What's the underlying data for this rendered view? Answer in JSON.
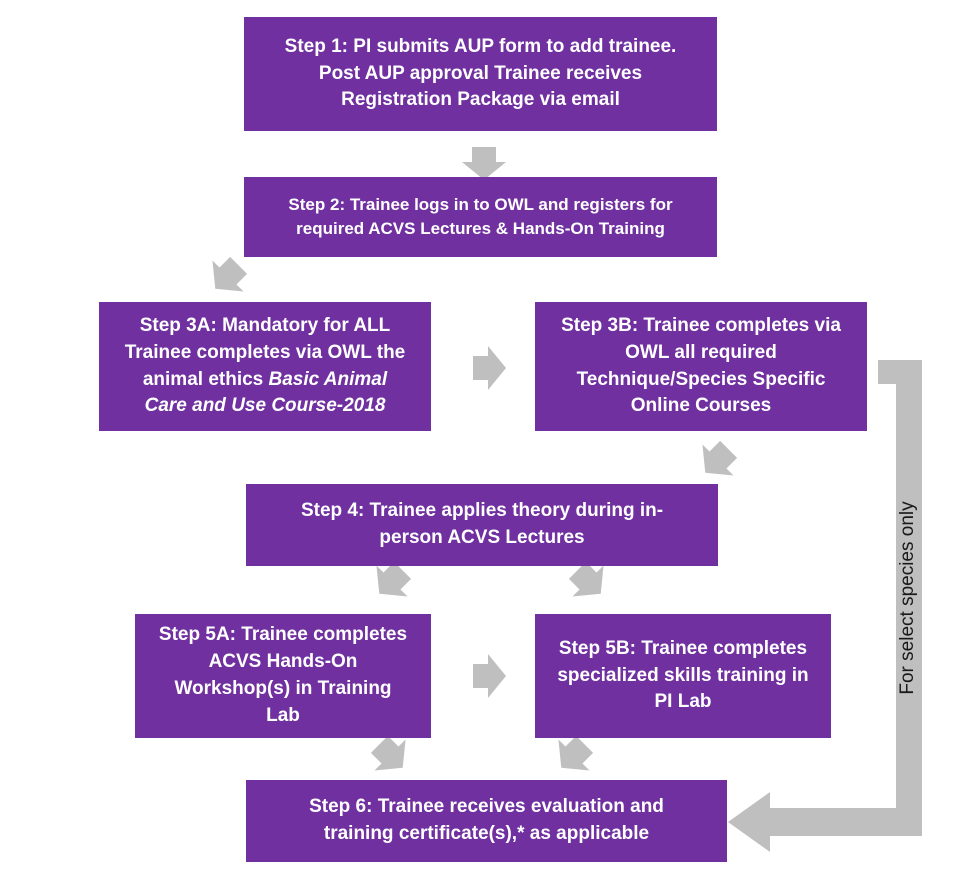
{
  "colors": {
    "box_fill": "#7030a0",
    "box_text": "#ffffff",
    "arrow": "#bfbfbf"
  },
  "steps": {
    "step1": {
      "lines": [
        "Step 1: PI submits AUP form to add trainee.",
        "Post AUP approval Trainee receives",
        "Registration Package via email"
      ]
    },
    "step2": {
      "lines": [
        "Step 2: Trainee logs in to OWL and registers for",
        "required ACVS Lectures & Hands-On Training"
      ]
    },
    "step3a": {
      "line1": "Step 3A: Mandatory for ALL",
      "line2": "Trainee completes via OWL the",
      "line3_plain": "animal ethics ",
      "line3_italic": "Basic Animal",
      "line4_italic": "Care and Use Course-2018"
    },
    "step3b": {
      "lines": [
        "Step 3B: Trainee completes via",
        "OWL all required",
        "Technique/Species Specific",
        "Online Courses"
      ]
    },
    "step4": {
      "lines": [
        "Step 4: Trainee applies theory during in-",
        "person ACVS Lectures"
      ]
    },
    "step5a": {
      "lines": [
        "Step 5A: Trainee completes",
        "ACVS Hands-On",
        "Workshop(s) in Training",
        "Lab"
      ]
    },
    "step5b": {
      "lines": [
        "Step 5B: Trainee completes",
        "specialized skills training in",
        "PI Lab"
      ]
    },
    "step6": {
      "lines": [
        "Step 6: Trainee receives evaluation and",
        "training certificate(s),* as applicable"
      ]
    }
  },
  "side_label": "For select species only"
}
